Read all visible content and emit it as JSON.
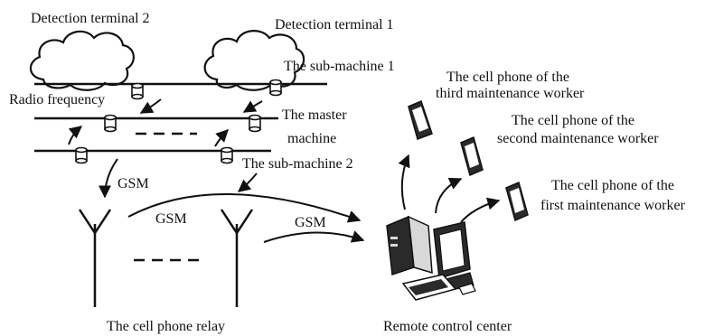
{
  "labels": {
    "detection_terminal_2": "Detection terminal 2",
    "detection_terminal_1": "Detection terminal 1",
    "sub_machine_1": "The sub-machine 1",
    "radio_frequency": "Radio frequency",
    "master_machine_line1": "The master",
    "master_machine_line2": "machine",
    "sub_machine_2": "The sub-machine 2",
    "gsm_1": "GSM",
    "gsm_2": "GSM",
    "gsm_3": "GSM",
    "relay_caption": "The cell phone relay",
    "control_center_caption": "Remote control center",
    "third_worker_line1": "The cell phone of the",
    "third_worker_line2": "third maintenance worker",
    "second_worker_line1": "The cell phone of the",
    "second_worker_line2": "second maintenance worker",
    "first_worker_line1": "The cell phone of the",
    "first_worker_line2": "first maintenance worker"
  },
  "colors": {
    "ink": "#111111",
    "background": "#ffffff",
    "device_dark": "#2a2a2a",
    "device_light": "#d8d8d8"
  }
}
